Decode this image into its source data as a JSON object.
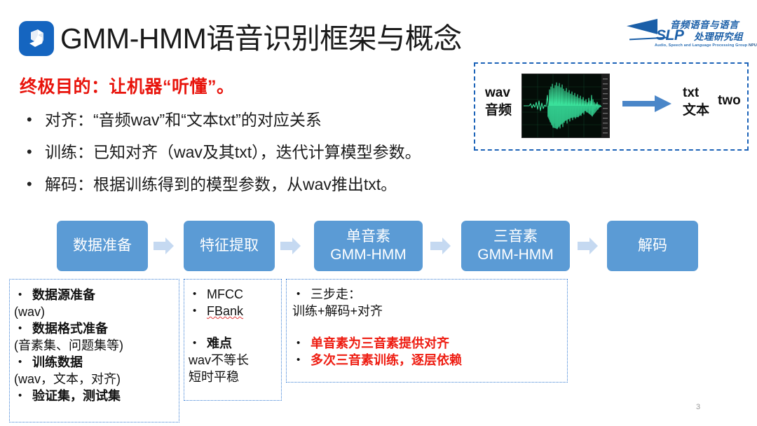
{
  "header": {
    "title": "GMM-HMM语音识别框架与概念",
    "logo_icon": "shopee-s-logo-icon",
    "org_logo": {
      "cn_top": "音频语音与语言",
      "slp": "SLP",
      "cn_bottom": "处理研究组",
      "tagline": "Audio, Speech and Language Processing Group",
      "tagline_suffix": "NPU"
    }
  },
  "body": {
    "goal_heading": "终极目的：让机器“听懂”。",
    "bullets": [
      {
        "marker": "•",
        "text": "对齐：“音频wav”和“文本txt”的对应关系"
      },
      {
        "marker": "•",
        "text": "训练：已知对齐（wav及其txt），迭代计算模型参数。"
      },
      {
        "marker": "•",
        "text": "解码：根据训练得到的模型参数，从wav推出txt。"
      }
    ]
  },
  "wav_panel": {
    "left_label_line1": "wav",
    "left_label_line2": "音频",
    "arrow_icon": "right-arrow-icon",
    "waveform_icon": "audio-waveform-image",
    "right_label_line1": "txt",
    "right_label_line2": "文本",
    "word": "two"
  },
  "pipeline": {
    "arrow_icon": "block-arrow-right-icon",
    "steps": [
      {
        "line1": "数据准备",
        "line2": ""
      },
      {
        "line1": "特征提取",
        "line2": ""
      },
      {
        "line1": "单音素",
        "line2": "GMM-HMM"
      },
      {
        "line1": "三音素",
        "line2": "GMM-HMM"
      },
      {
        "line1": "解码",
        "line2": ""
      }
    ]
  },
  "detail_boxes": [
    {
      "name": "data-preparation-details",
      "lines": [
        {
          "marker": "•",
          "text": "数据源准备",
          "bold": true
        },
        {
          "marker": "",
          "text": "(wav)",
          "bold": false
        },
        {
          "marker": "•",
          "text": "数据格式准备",
          "bold": true
        },
        {
          "marker": "",
          "text": "(音素集、问题集等)",
          "bold": false
        },
        {
          "marker": "•",
          "text": "训练数据",
          "bold": true
        },
        {
          "marker": "",
          "text": "(wav，文本，对齐)",
          "bold": false
        },
        {
          "marker": "•",
          "text": "验证集，测试集",
          "bold": true
        }
      ]
    },
    {
      "name": "feature-extraction-details",
      "lines": [
        {
          "marker": "•",
          "text": "MFCC",
          "bold": false
        },
        {
          "marker": "•",
          "text": "FBank",
          "bold": false,
          "spellcheck": true
        },
        {
          "marker": "•",
          "text": "难点",
          "bold": true
        },
        {
          "marker": "",
          "text": "wav不等长",
          "bold": false
        },
        {
          "marker": "",
          "text": "短时平稳",
          "bold": false
        }
      ]
    },
    {
      "name": "monophone-triphone-details",
      "lines": [
        {
          "marker": "•",
          "text": "三步走：",
          "bold": false
        },
        {
          "marker": "",
          "text": "训练+解码+对齐",
          "bold": false
        },
        {
          "marker": "•",
          "text": "单音素为三音素提供对齐",
          "red": true
        },
        {
          "marker": "•",
          "text": "多次三音素训练，逐层依赖",
          "red": true
        }
      ]
    }
  ],
  "page_number": "3",
  "colors": {
    "accent_blue": "#5b9bd5",
    "arrow_blue": "#c5d9f1",
    "dash_border": "#1c63b8",
    "dot_border": "#3a7fd5",
    "red": "#ee1c11",
    "waveform_green": "#3ae09a",
    "logo_blue": "#1565c0",
    "org_blue": "#1b5fa8"
  }
}
